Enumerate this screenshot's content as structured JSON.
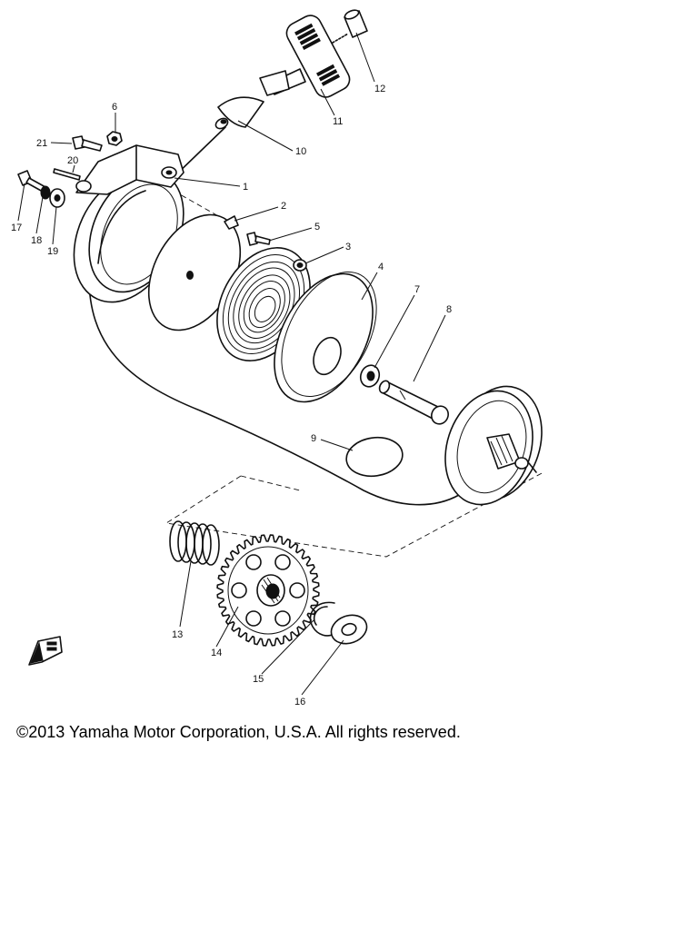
{
  "callouts": [
    "1",
    "2",
    "3",
    "4",
    "5",
    "6",
    "7",
    "8",
    "9",
    "10",
    "11",
    "12",
    "13",
    "14",
    "15",
    "16",
    "17",
    "18",
    "19",
    "20",
    "21"
  ],
  "copyright": "©2013 Yamaha Motor Corporation, U.S.A. All rights reserved."
}
